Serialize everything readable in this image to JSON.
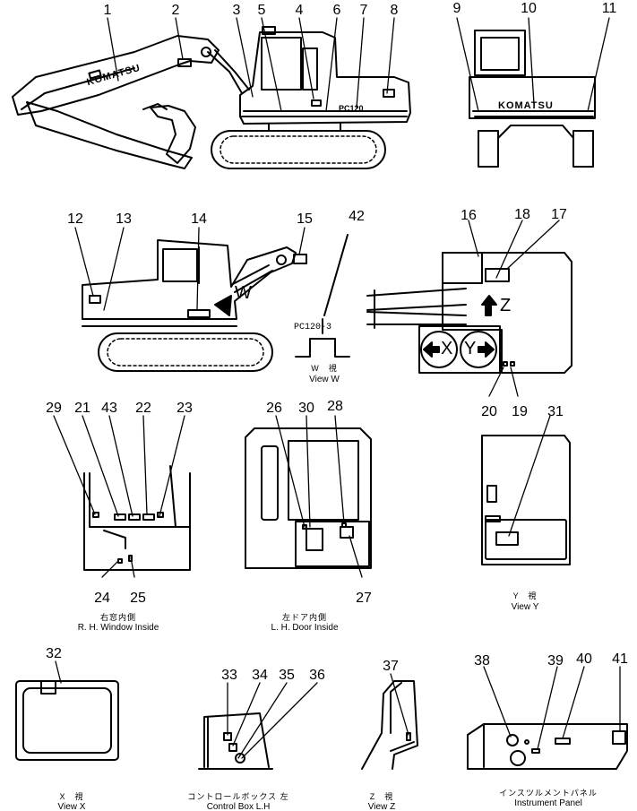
{
  "callouts": [
    "1",
    "2",
    "3",
    "4",
    "5",
    "6",
    "7",
    "8",
    "9",
    "10",
    "11",
    "12",
    "13",
    "14",
    "15",
    "16",
    "17",
    "18",
    "19",
    "20",
    "21",
    "22",
    "23",
    "24",
    "25",
    "26",
    "27",
    "28",
    "29",
    "30",
    "31",
    "32",
    "33",
    "34",
    "35",
    "36",
    "37",
    "38",
    "39",
    "40",
    "41",
    "42",
    "43"
  ],
  "machine_text": {
    "boom_brand": "KOMATSU",
    "rear_brand": "KOMATSU",
    "model_side": "PC120",
    "model_code": "PC120-3"
  },
  "views": {
    "w": {
      "jp": "W　視",
      "en": "View W"
    },
    "y": {
      "jp": "Y　視",
      "en": "View Y"
    },
    "x": {
      "jp": "X　視",
      "en": "View X"
    },
    "z": {
      "jp": "Z　視",
      "en": "View Z"
    },
    "rh_window": {
      "jp": "右窓内側",
      "en": "R. H. Window Inside"
    },
    "lh_door": {
      "jp": "左ドア内側",
      "en": "L. H. Door Inside"
    },
    "control_box": {
      "jp": "コントロールボックス 左",
      "en": "Control Box L.H"
    },
    "instrument": {
      "jp": "インスツルメントパネル",
      "en": "Instrument Panel"
    }
  },
  "direction_markers": {
    "w": "W",
    "x": "X",
    "y": "Y",
    "z": "Z"
  },
  "colors": {
    "ink": "#000000",
    "paper": "#ffffff"
  }
}
